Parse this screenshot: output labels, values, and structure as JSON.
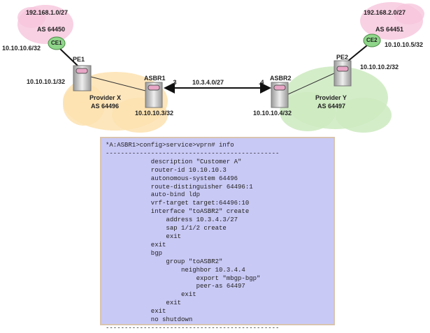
{
  "diagram": {
    "left_site": {
      "subnet": "192.168.1.0/27",
      "as": "AS 64450",
      "ce_name": "CE1",
      "ce_address": "10.10.10.6/32"
    },
    "right_site": {
      "subnet": "192.168.2.0/27",
      "as": "AS 64451",
      "ce_name": "CE2",
      "ce_address": "10.10.10.5/32"
    },
    "provider_x": {
      "name": "Provider X",
      "as": "AS 64496",
      "pe_name": "PE1",
      "pe_address": "10.10.10.1/32",
      "asbr_name": "ASBR1",
      "asbr_address": "10.10.10.3/32"
    },
    "provider_y": {
      "name": "Provider Y",
      "as": "AS 64497",
      "pe_name": "PE2",
      "pe_address": "10.10.10.2/32",
      "asbr_name": "ASBR2",
      "asbr_address": "10.10.10.4/32"
    },
    "interlink": {
      "subnet": "10.3.4.0/27",
      "left_host": ".3",
      "right_host": ".4"
    },
    "colors": {
      "pink_cloud": "#f6c6dc",
      "orange_cloud": "#fde2b0",
      "green_cloud": "#cdeac0",
      "ce": "#8fd68a",
      "config_bg": "#c9c9f6"
    }
  },
  "config": {
    "lines": [
      "*A:ASBR1>config>service>vprn# info",
      "----------------------------------------------",
      "            description \"Customer A\"",
      "            router-id 10.10.10.3",
      "            autonomous-system 64496",
      "            route-distinguisher 64496:1",
      "            auto-bind ldp",
      "            vrf-target target:64496:10",
      "            interface \"toASBR2\" create",
      "                address 10.3.4.3/27",
      "                sap 1/1/2 create",
      "                exit",
      "            exit",
      "            bgp",
      "                group \"toASBR2\"",
      "                    neighbor 10.3.4.4",
      "                        export \"mbgp-bgp\"",
      "                        peer-as 64497",
      "                    exit",
      "                exit",
      "            exit",
      "            no shutdown",
      "----------------------------------------------"
    ]
  }
}
